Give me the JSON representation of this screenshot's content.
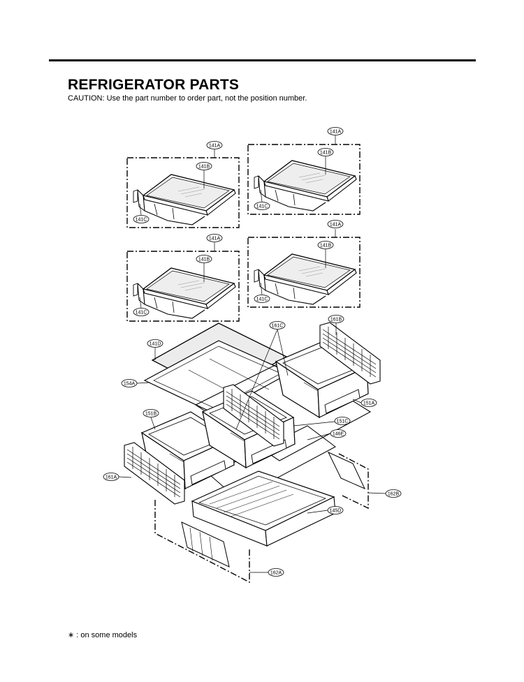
{
  "header": {
    "title": "REFRIGERATOR PARTS",
    "caution": "CAUTION: Use the part number to order part, not the position number."
  },
  "footnote": "∗ : on some models",
  "callouts": {
    "c141A_1": "141A",
    "c141B_1": "141B",
    "c141C_1": "141C",
    "c141A_2": "141A",
    "c141B_2": "141B",
    "c141C_2": "141C",
    "c141A_3": "141A",
    "c141B_3": "141B",
    "c141C_3": "141C",
    "c141A_4": "141A",
    "c141B_4": "141B",
    "c141C_4": "141C",
    "c141D": "141D",
    "c154A": "154A",
    "c161C": "161C",
    "c161B": "161B",
    "c151A": "151A",
    "c151B": "151B",
    "c151C": "151C",
    "c146E": "146E",
    "c161A": "161A",
    "c162B": "162B",
    "c145D": "145D",
    "c162A": "162A"
  }
}
